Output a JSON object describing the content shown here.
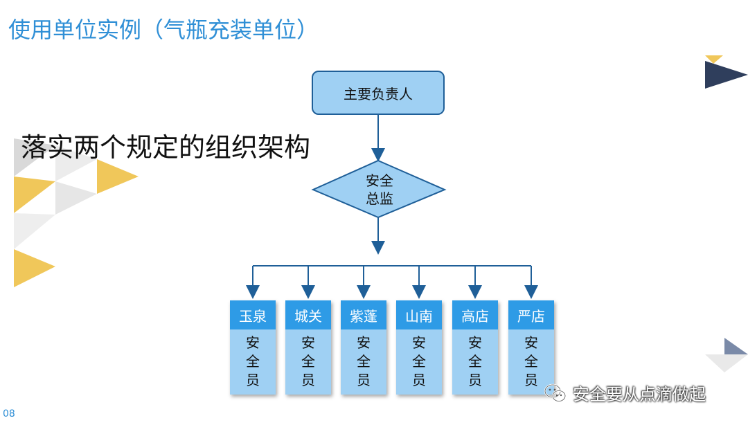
{
  "slide": {
    "title": "使用单位实例（气瓶充装单位）",
    "subtitle": "落实两个规定的组织架构",
    "page_number": "08",
    "watermark": "安全要从点滴做起"
  },
  "org_chart": {
    "top": "主要负责人",
    "middle": [
      "安全",
      "总监"
    ],
    "units": [
      {
        "name": "玉泉",
        "role": [
          "安",
          "全",
          "员"
        ]
      },
      {
        "name": "城关",
        "role": [
          "安",
          "全",
          "员"
        ]
      },
      {
        "name": "紫蓬",
        "role": [
          "安",
          "全",
          "员"
        ]
      },
      {
        "name": "山南",
        "role": [
          "安",
          "全",
          "员"
        ]
      },
      {
        "name": "高店",
        "role": [
          "安",
          "全",
          "员"
        ]
      },
      {
        "name": "严店",
        "role": [
          "安",
          "全",
          "员"
        ]
      }
    ]
  },
  "colors": {
    "title": "#2f8fd6",
    "box_fill": "#9fd0f3",
    "box_border": "#1f5f98",
    "unit_header": "#2e9be6",
    "arrow": "#1f5f98",
    "accent_yellow": "#f0c75a",
    "accent_navy": "#2f3e5c"
  },
  "icons": {
    "watermark": "wechat-icon"
  }
}
